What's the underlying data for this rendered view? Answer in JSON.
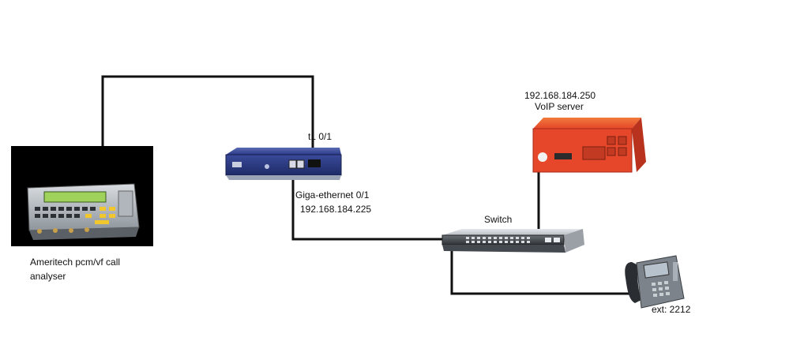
{
  "labels": {
    "analyser": "Ameritech  pcm/vf call analyser",
    "analyser_line1": "Ameritech  pcm/vf call",
    "analyser_line2": "analyser",
    "t1_port": "t1 0/1",
    "giga_port": "Giga-ethernet 0/1",
    "router_ip": "192.168.184.225",
    "server_ip": "192.168.184.250",
    "server_name": "VoIP server",
    "switch_name": "Switch",
    "phone_ext": "ext: 2212"
  },
  "devices": [
    {
      "id": "call-analyser",
      "icon": "call-analyser-icon",
      "color": "#000000"
    },
    {
      "id": "router",
      "icon": "router-icon",
      "color": "#2b3a86"
    },
    {
      "id": "voip-server",
      "icon": "server-icon",
      "color": "#e6462a"
    },
    {
      "id": "switch",
      "icon": "switch-icon",
      "color": "#3a3f44"
    },
    {
      "id": "ip-phone",
      "icon": "phone-icon",
      "color": "#6a7076"
    }
  ],
  "links": [
    {
      "from": "call-analyser",
      "to": "router",
      "port": "t1 0/1"
    },
    {
      "from": "router",
      "to": "switch",
      "port": "Giga-ethernet 0/1"
    },
    {
      "from": "voip-server",
      "to": "switch"
    },
    {
      "from": "switch",
      "to": "ip-phone"
    }
  ]
}
